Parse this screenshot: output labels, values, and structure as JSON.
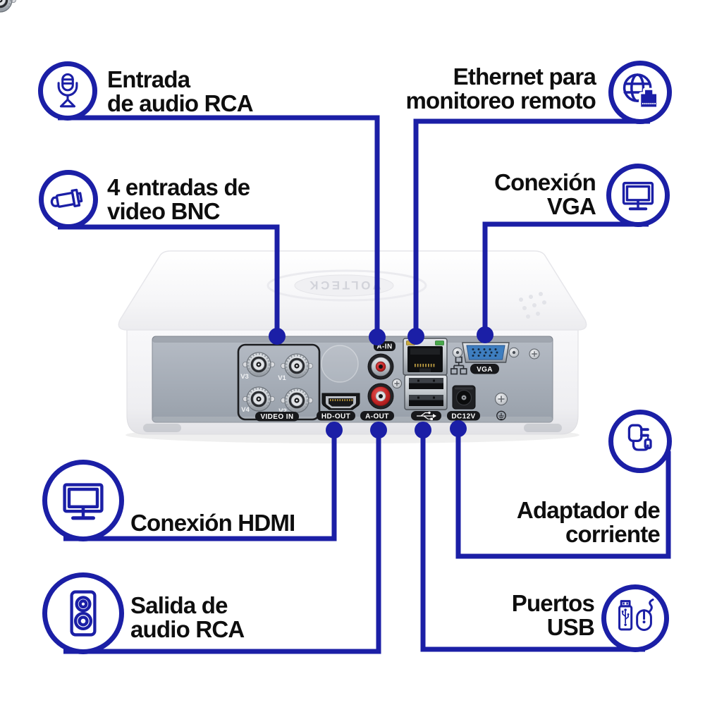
{
  "colors": {
    "accent": "#1b1fa6",
    "ink": "#0e0e0e",
    "panel_gray": "#a9b0ba",
    "vga_blue": "#3e7ec0",
    "rca_red": "#c22424"
  },
  "device": {
    "brand": "VOLTECK"
  },
  "callouts": {
    "audio_in": {
      "line1": "Entrada",
      "line2": "de audio RCA",
      "icon": "microphone"
    },
    "video_bnc": {
      "line1": "4 entradas de",
      "line2": "video BNC",
      "icon": "cctv-camera"
    },
    "ethernet": {
      "line1": "Ethernet para",
      "line2": "monitoreo remoto",
      "icon": "globe-network"
    },
    "vga": {
      "line1": "Conexión",
      "line2": "VGA",
      "icon": "monitor"
    },
    "hdmi": {
      "line1": "Conexión HDMI",
      "icon": "monitor"
    },
    "audio_out": {
      "line1": "Salida de",
      "line2": "audio RCA",
      "icon": "speaker"
    },
    "power": {
      "line1": "Adaptador de",
      "line2": "corriente",
      "icon": "power-adapter"
    },
    "usb": {
      "line1": "Puertos",
      "line2": "USB",
      "icon": "usb-and-mouse"
    }
  },
  "rear_panel": {
    "audio_in_label": "A-IN",
    "video_in_label": "VIDEO IN",
    "bnc": {
      "v3": "V3",
      "v1": "V1",
      "v4": "V4",
      "v2": "V2"
    },
    "hdmi_label": "HD-OUT",
    "audio_out_label": "A-OUT",
    "dc_label": "DC12V",
    "vga_label": "VGA"
  }
}
